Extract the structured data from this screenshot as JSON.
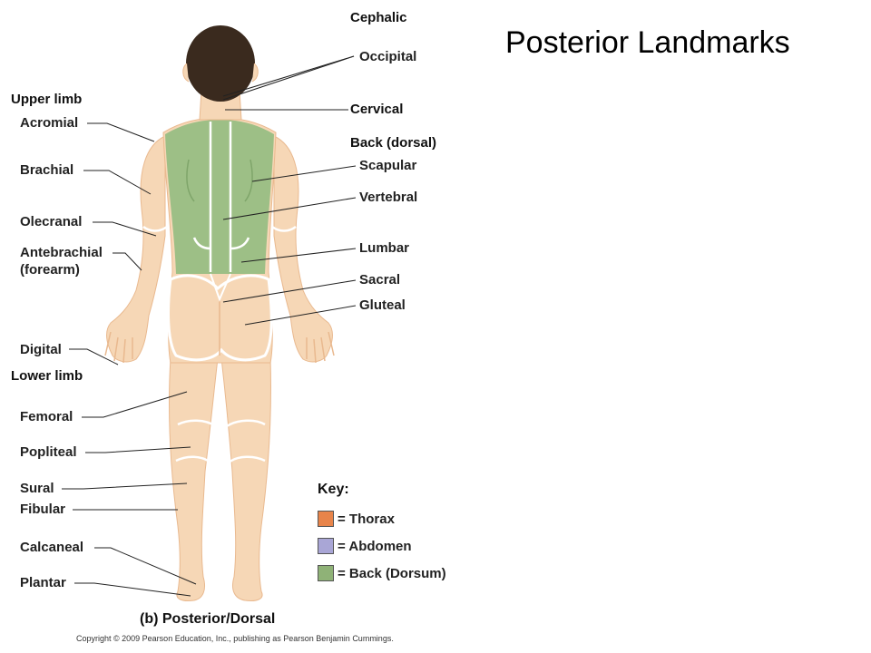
{
  "title": "Posterior Landmarks",
  "caption": "(b) Posterior/Dorsal",
  "copyright": "Copyright © 2009 Pearson Education, Inc., publishing as Pearson Benjamin Cummings.",
  "headers": {
    "cephalic": "Cephalic",
    "upper_limb": "Upper limb",
    "lower_limb": "Lower limb",
    "back": "Back (dorsal)"
  },
  "labels": {
    "occipital": "Occipital",
    "cervical": "Cervical",
    "scapular": "Scapular",
    "vertebral": "Vertebral",
    "lumbar": "Lumbar",
    "sacral": "Sacral",
    "gluteal": "Gluteal",
    "acromial": "Acromial",
    "brachial": "Brachial",
    "olecranal": "Olecranal",
    "antebrachial_1": "Antebrachial",
    "antebrachial_2": "(forearm)",
    "digital": "Digital",
    "femoral": "Femoral",
    "popliteal": "Popliteal",
    "sural": "Sural",
    "fibular": "Fibular",
    "calcaneal": "Calcaneal",
    "plantar": "Plantar"
  },
  "key": {
    "title": "Key:",
    "items": [
      {
        "label": "= Thorax",
        "color": "#e8844a"
      },
      {
        "label": "= Abdomen",
        "color": "#a9a6d6"
      },
      {
        "label": "= Back (Dorsum)",
        "color": "#8fb277"
      }
    ]
  },
  "colors": {
    "skin": "#f6d7b6",
    "skin_shade": "#e9b98f",
    "back": "#9dbf86",
    "hair": "#3a2a1e",
    "outline": "#ffffff"
  }
}
